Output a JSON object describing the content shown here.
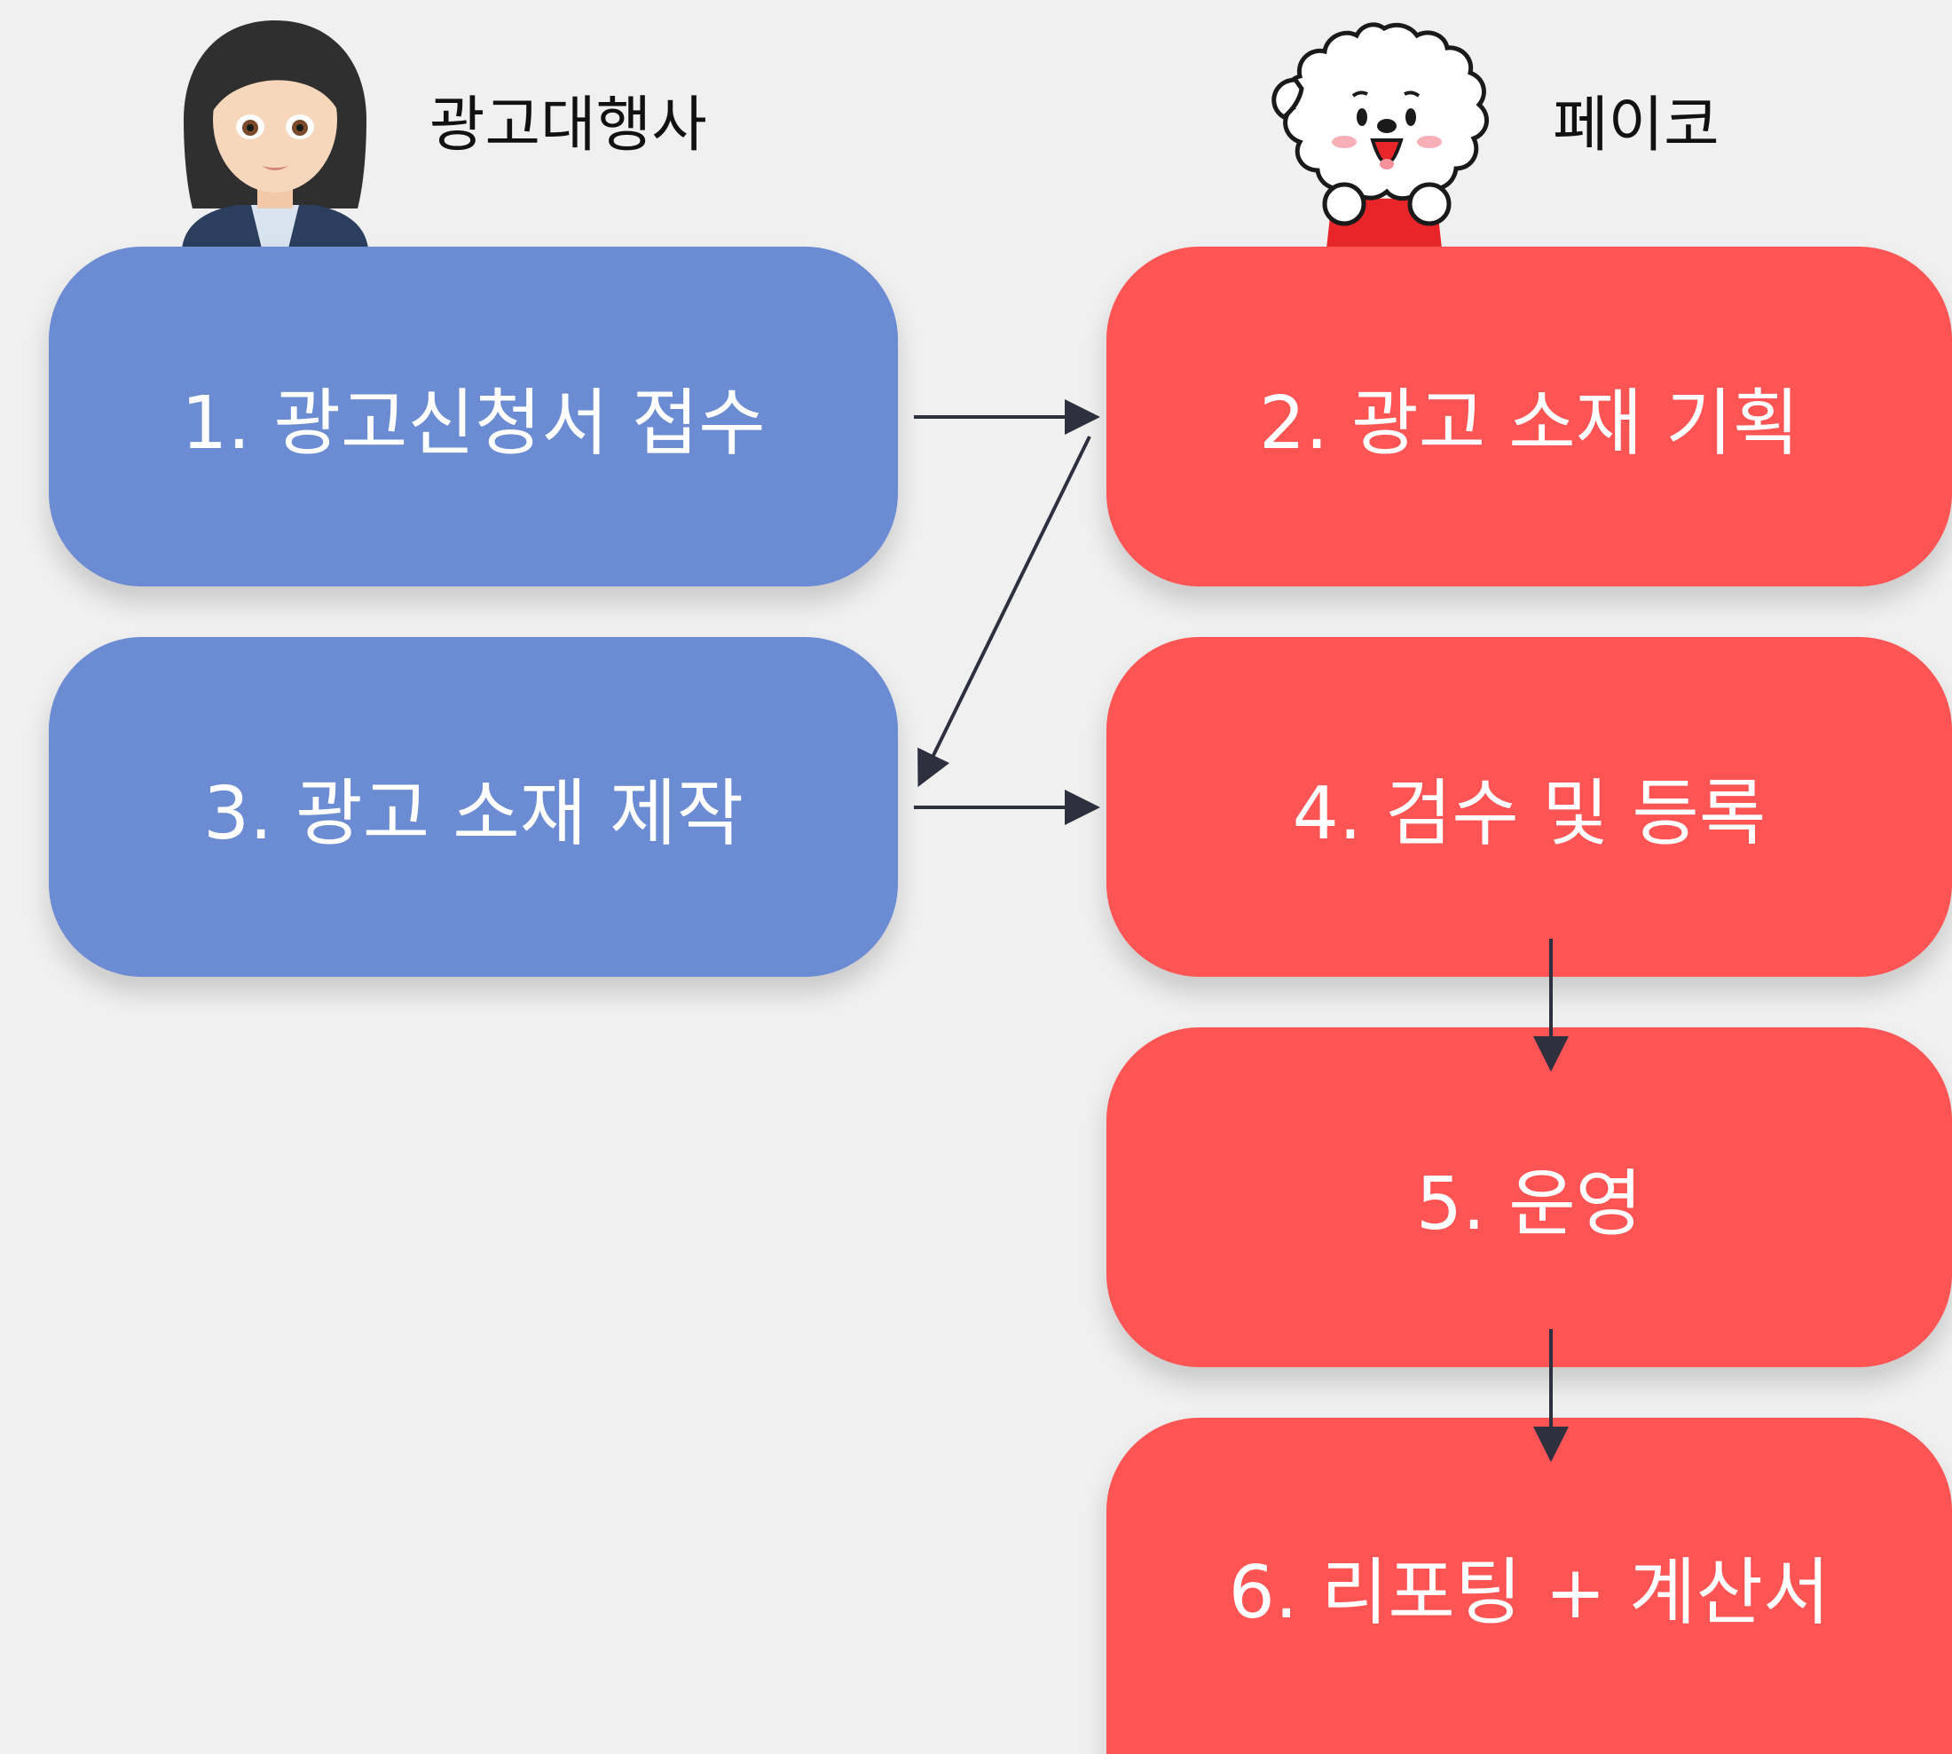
{
  "actors": {
    "agency": {
      "label": "광고대행사",
      "icon": "woman-office-worker-icon"
    },
    "payco": {
      "label": "페이코",
      "icon": "white-puppy-mascot-icon"
    }
  },
  "steps": [
    {
      "id": "step-1",
      "label": "1. 광고신청서 접수",
      "owner": "agency"
    },
    {
      "id": "step-2",
      "label": "2. 광고 소재 기획",
      "owner": "payco"
    },
    {
      "id": "step-3",
      "label": "3. 광고 소재 제작",
      "owner": "agency"
    },
    {
      "id": "step-4",
      "label": "4. 검수 및 등록",
      "owner": "payco"
    },
    {
      "id": "step-5",
      "label": "5. 운영",
      "owner": "payco"
    },
    {
      "id": "step-6",
      "label": "6. 리포팅 + 계산서",
      "owner": "payco"
    }
  ],
  "connections": [
    {
      "from": "step-1",
      "to": "step-2"
    },
    {
      "from": "step-2",
      "to": "step-3"
    },
    {
      "from": "step-3",
      "to": "step-4"
    },
    {
      "from": "step-4",
      "to": "step-5"
    },
    {
      "from": "step-5",
      "to": "step-6"
    }
  ],
  "colors": {
    "background": "#f0f0f0",
    "agency_box": "#6b8bd2",
    "payco_box": "#ff5454",
    "arrow": "#2e3040",
    "box_text": "#ffffff",
    "label_text": "#111111"
  }
}
